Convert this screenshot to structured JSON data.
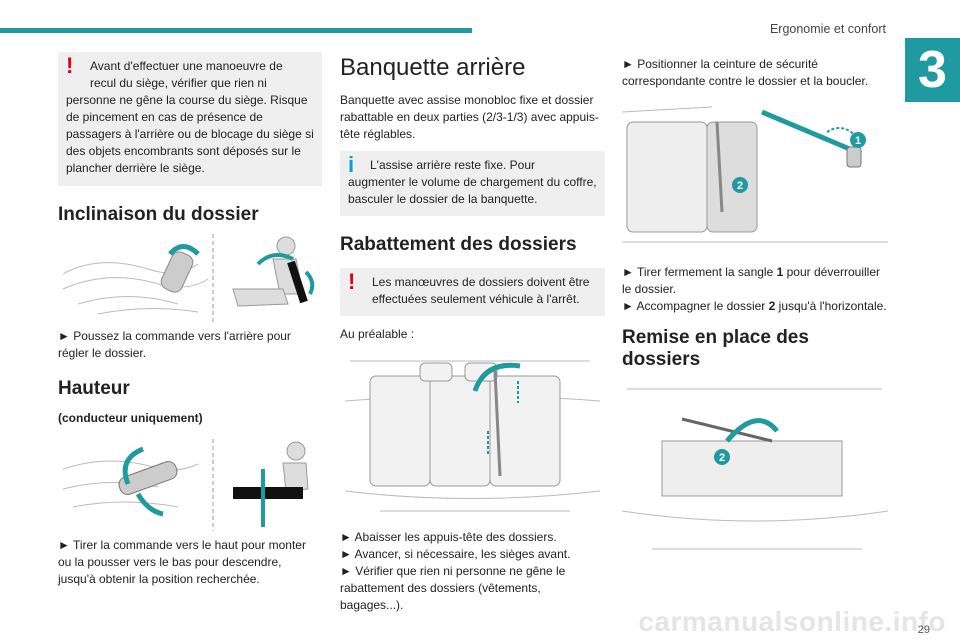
{
  "header": {
    "section_title": "Ergonomie et confort",
    "chapter_number": "3"
  },
  "footer": {
    "page_number": "29",
    "watermark": "carmanualsonline.info"
  },
  "col1": {
    "warning_line1": "Avant d'effectuer une manoeuvre de",
    "warning_rest": "recul du siège, vérifier que rien ni personne ne gêne la course du siège. Risque de pincement en cas de présence de passagers à l'arrière ou de blocage du siège si des objets encombrants sont déposés sur le plancher derrière le siège.",
    "heading_recline": "Inclinaison du dossier",
    "recline_instruction": "► Poussez la commande vers l'arrière pour régler le dossier.",
    "heading_height": "Hauteur",
    "height_subtitle": "(conducteur uniquement)",
    "height_instruction": "► Tirer la commande vers le haut pour monter ou la pousser vers le bas pour descendre, jusqu'à obtenir la position recherchée."
  },
  "col2": {
    "heading_bench": "Banquette arrière",
    "bench_text": "Banquette avec assise monobloc fixe et dossier rabattable en deux parties (2/3-1/3) avec appuis-tête réglables.",
    "info_line1": "L'assise arrière reste fixe. Pour",
    "info_rest": "augmenter le volume de chargement du coffre, basculer le dossier de la banquette.",
    "heading_folding": "Rabattement des dossiers",
    "warning2_line1": "Les manœuvres de dossiers doivent être",
    "warning2_rest": "effectuées seulement véhicule à l'arrêt.",
    "beforehand": "Au préalable :",
    "step1": "► Abaisser les appuis-tête des dossiers.",
    "step2": "► Avancer, si nécessaire, les sièges avant.",
    "step3": "► Vérifier que rien ni personne ne gêne le rabattement des dossiers (vêtements, bagages...)."
  },
  "col3": {
    "step_belt": "► Positionner la ceinture de sécurité correspondante contre le dossier et la boucler.",
    "badge1": "1",
    "badge2": "2",
    "step_pull_a": "► Tirer fermement la sangle ",
    "step_pull_bold": "1",
    "step_pull_b": " pour déverrouiller le dossier.",
    "step_accompany_a": "► Accompagner le dossier ",
    "step_accompany_bold": "2",
    "step_accompany_b": " jusqu'à l'horizontale.",
    "heading_reset": "Remise en place des dossiers",
    "badge3": "2"
  },
  "colors": {
    "accent": "#1f9aa0",
    "warning": "#e0001a",
    "info": "#0aa0d6"
  }
}
